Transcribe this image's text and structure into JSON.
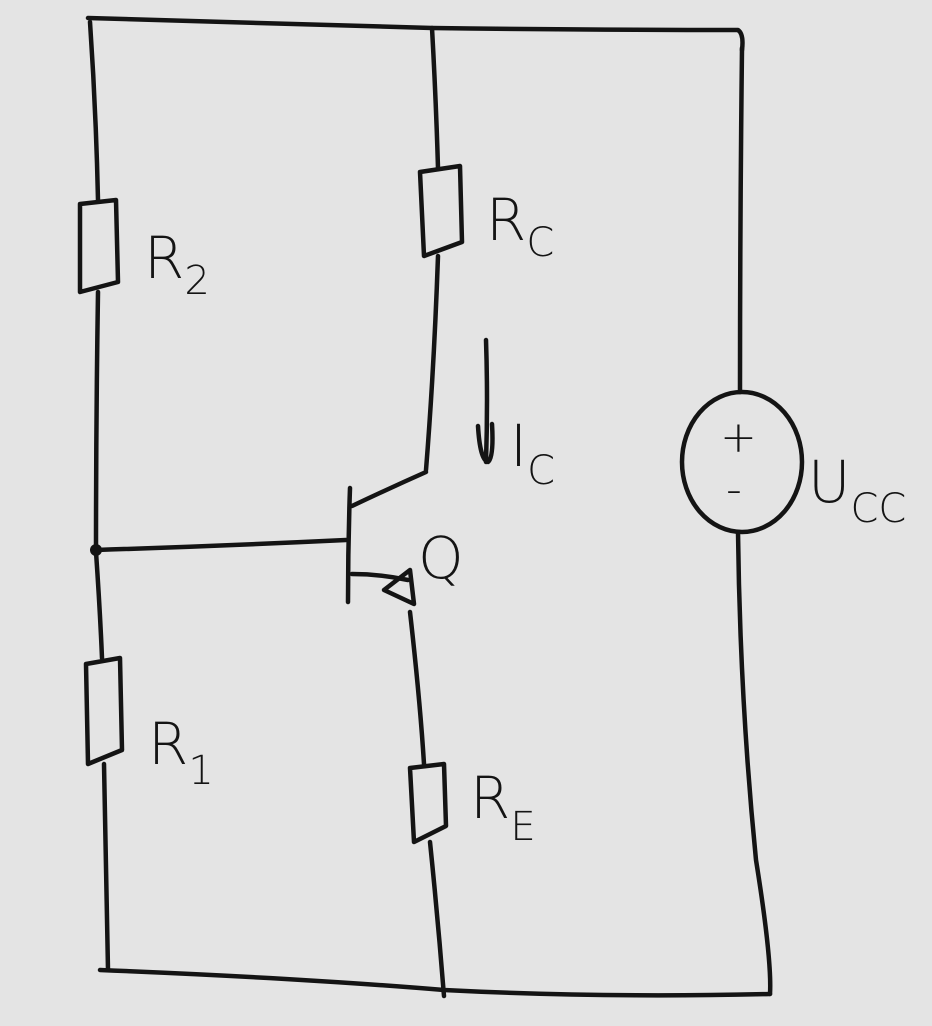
{
  "diagram": {
    "components": {
      "r2": {
        "symbol": "R",
        "subscript": "2"
      },
      "rc": {
        "symbol": "R",
        "subscript": "C"
      },
      "r1": {
        "symbol": "R",
        "subscript": "1"
      },
      "re": {
        "symbol": "R",
        "subscript": "E"
      },
      "transistor": {
        "label": "Q"
      },
      "collector_current": {
        "symbol": "I",
        "subscript": "C"
      },
      "supply": {
        "symbol": "U",
        "subscript": "CC",
        "plus": "+",
        "minus": "-"
      }
    }
  }
}
